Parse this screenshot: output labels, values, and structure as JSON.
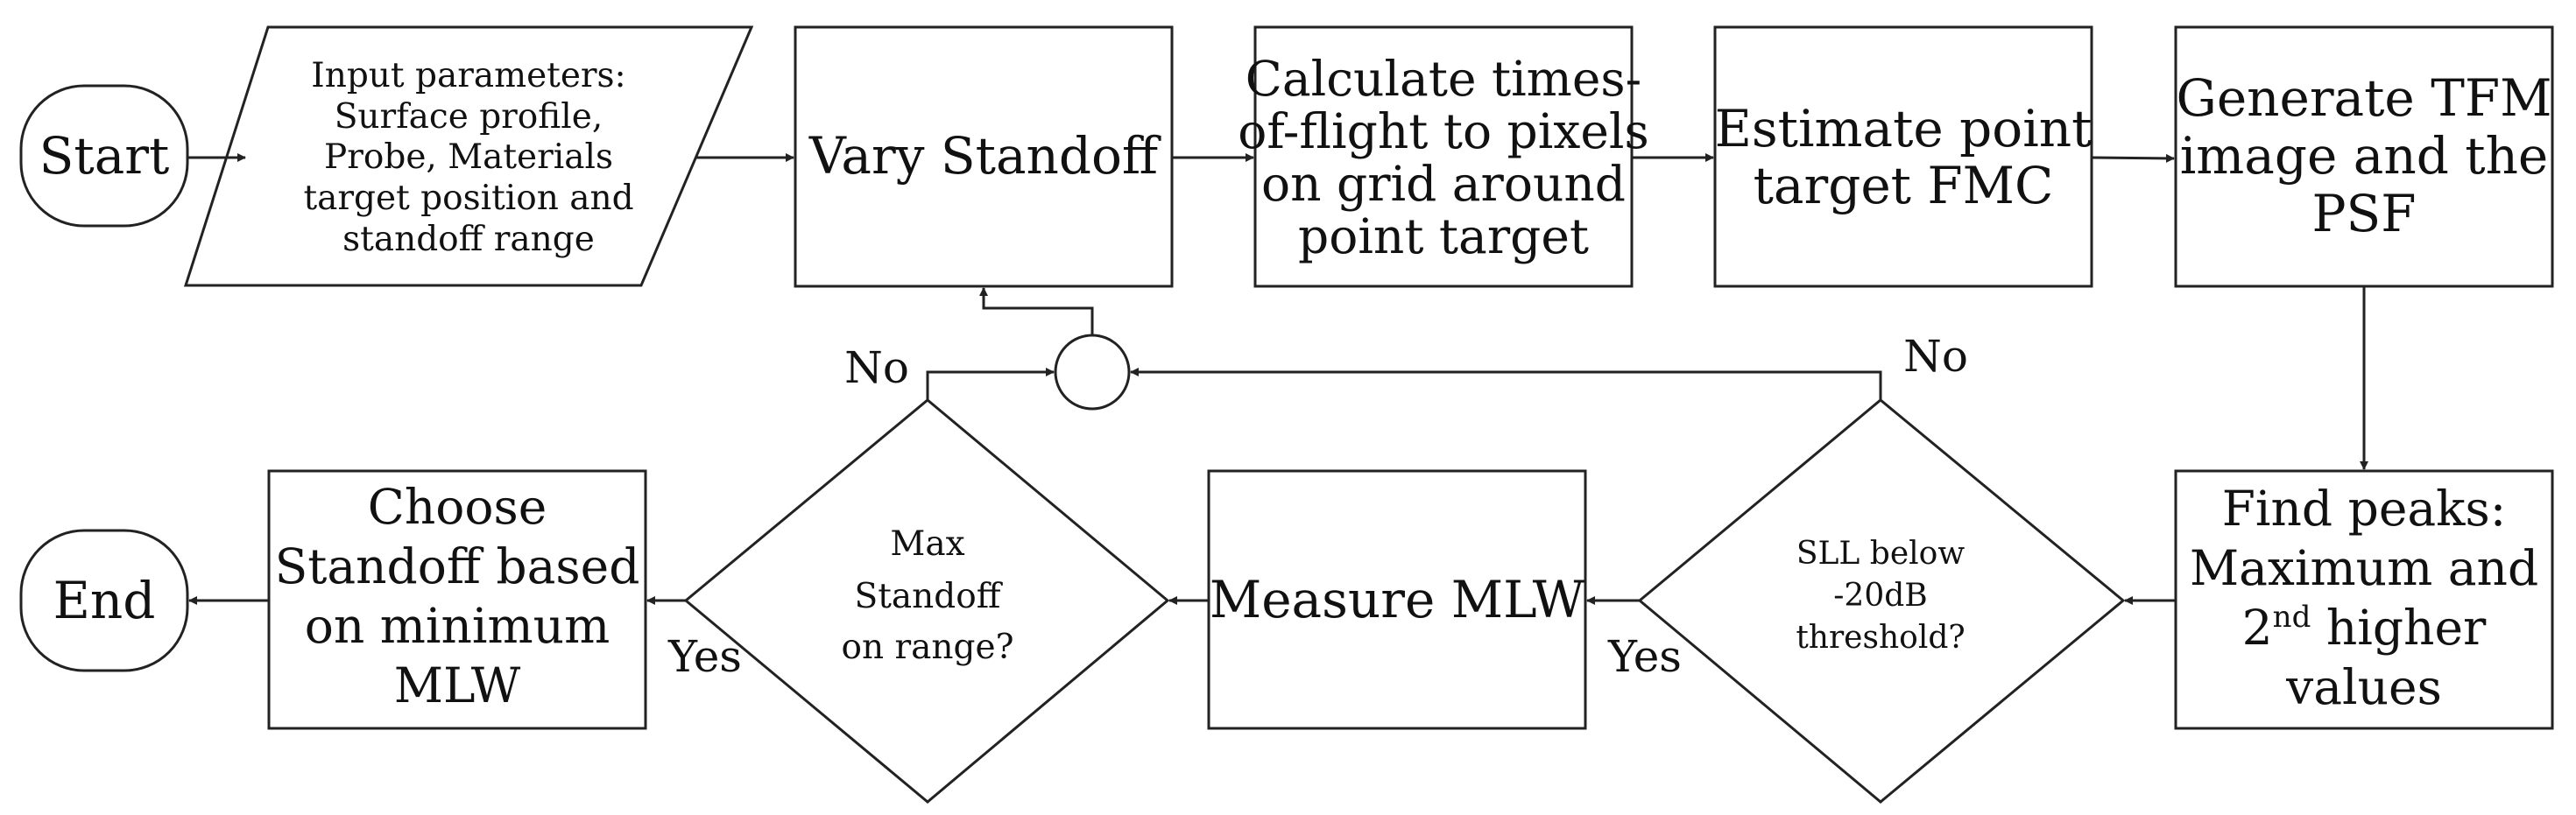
{
  "nodes": {
    "start": {
      "label": "Start"
    },
    "input": {
      "lines": [
        "Input parameters:",
        "Surface profile,",
        "Probe, Materials",
        "target position and",
        "standoff range"
      ]
    },
    "vary": {
      "label": "Vary Standoff"
    },
    "calc": {
      "lines": [
        "Calculate times-",
        "of-flight to pixels",
        "on grid around",
        "point target"
      ]
    },
    "estimate": {
      "lines": [
        "Estimate point",
        "target FMC"
      ]
    },
    "generate": {
      "lines": [
        "Generate TFM",
        "image and the",
        "PSF"
      ]
    },
    "findpeaks": {
      "line1": "Find peaks:",
      "line2": "Maximum and",
      "line3_pre": "2",
      "line3_sup": "nd",
      "line3_post": " higher",
      "line4": "values"
    },
    "sll": {
      "lines": [
        "SLL below",
        "-20dB",
        "threshold?"
      ]
    },
    "measure": {
      "label": "Measure MLW"
    },
    "maxstandoff": {
      "lines": [
        "Max",
        "Standoff",
        "on range?"
      ]
    },
    "choose": {
      "lines": [
        "Choose",
        "Standoff based",
        "on minimum",
        "MLW"
      ]
    },
    "end": {
      "label": "End"
    }
  },
  "edge_labels": {
    "no_top": "No",
    "no_sll": "No",
    "yes_sll": "Yes",
    "yes_max": "Yes"
  }
}
